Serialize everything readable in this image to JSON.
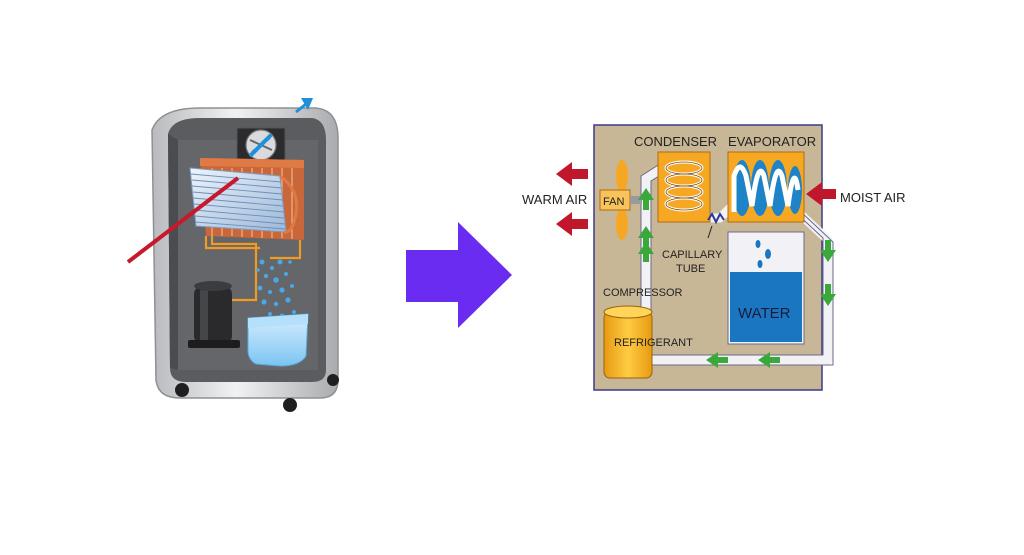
{
  "diagram": {
    "labels": {
      "condenser": "CONDENSER",
      "evaporator": "EVAPORATOR",
      "warm_air": "WARM AIR",
      "fan": "FAN",
      "moist_air": "MOIST AIR",
      "capillary_line1": "CAPILLARY",
      "capillary_line2": "TUBE",
      "compressor": "COMPRESSOR",
      "water": "WATER",
      "refrigerant": "REFRIGERANT"
    },
    "colors": {
      "panel": "#c8b796",
      "panel_border": "#3c3a8a",
      "coil_orange": "#f7a823",
      "evaporator_blue": "#1e84c7",
      "water_blue": "#1a76c0",
      "flow_green": "#3aa83a",
      "air_red": "#c0172c",
      "transition_arrow": "#6a2cf0",
      "pipe": "#f2f2f6"
    },
    "icons": {
      "transition": "right-arrow-icon",
      "inlet": "moist-air-arrow-icon",
      "outlet": "warm-air-arrow-icon",
      "flow": "green-flow-arrow-icon"
    }
  }
}
